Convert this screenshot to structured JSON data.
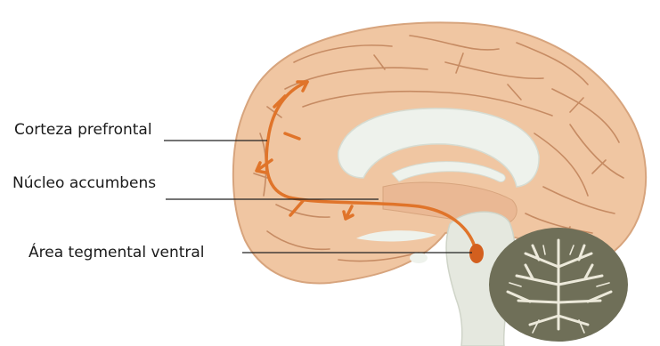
{
  "labels": {
    "prefrontal_cortex": "Corteza prefrontal",
    "nucleus_accumbens": "Núcleo accumbens",
    "ventral_tegmental_area": "Área tegmental ventral"
  },
  "colors": {
    "brain_fill": "#f0c6a2",
    "brain_outline": "#d7a47d",
    "sulci": "#c68b63",
    "pathway": "#e0742a",
    "ventricle": "#eef2ec",
    "cerebellum_dark": "#6f6f58",
    "cerebellum_light": "#ece9da",
    "leader_line": "#222222"
  }
}
